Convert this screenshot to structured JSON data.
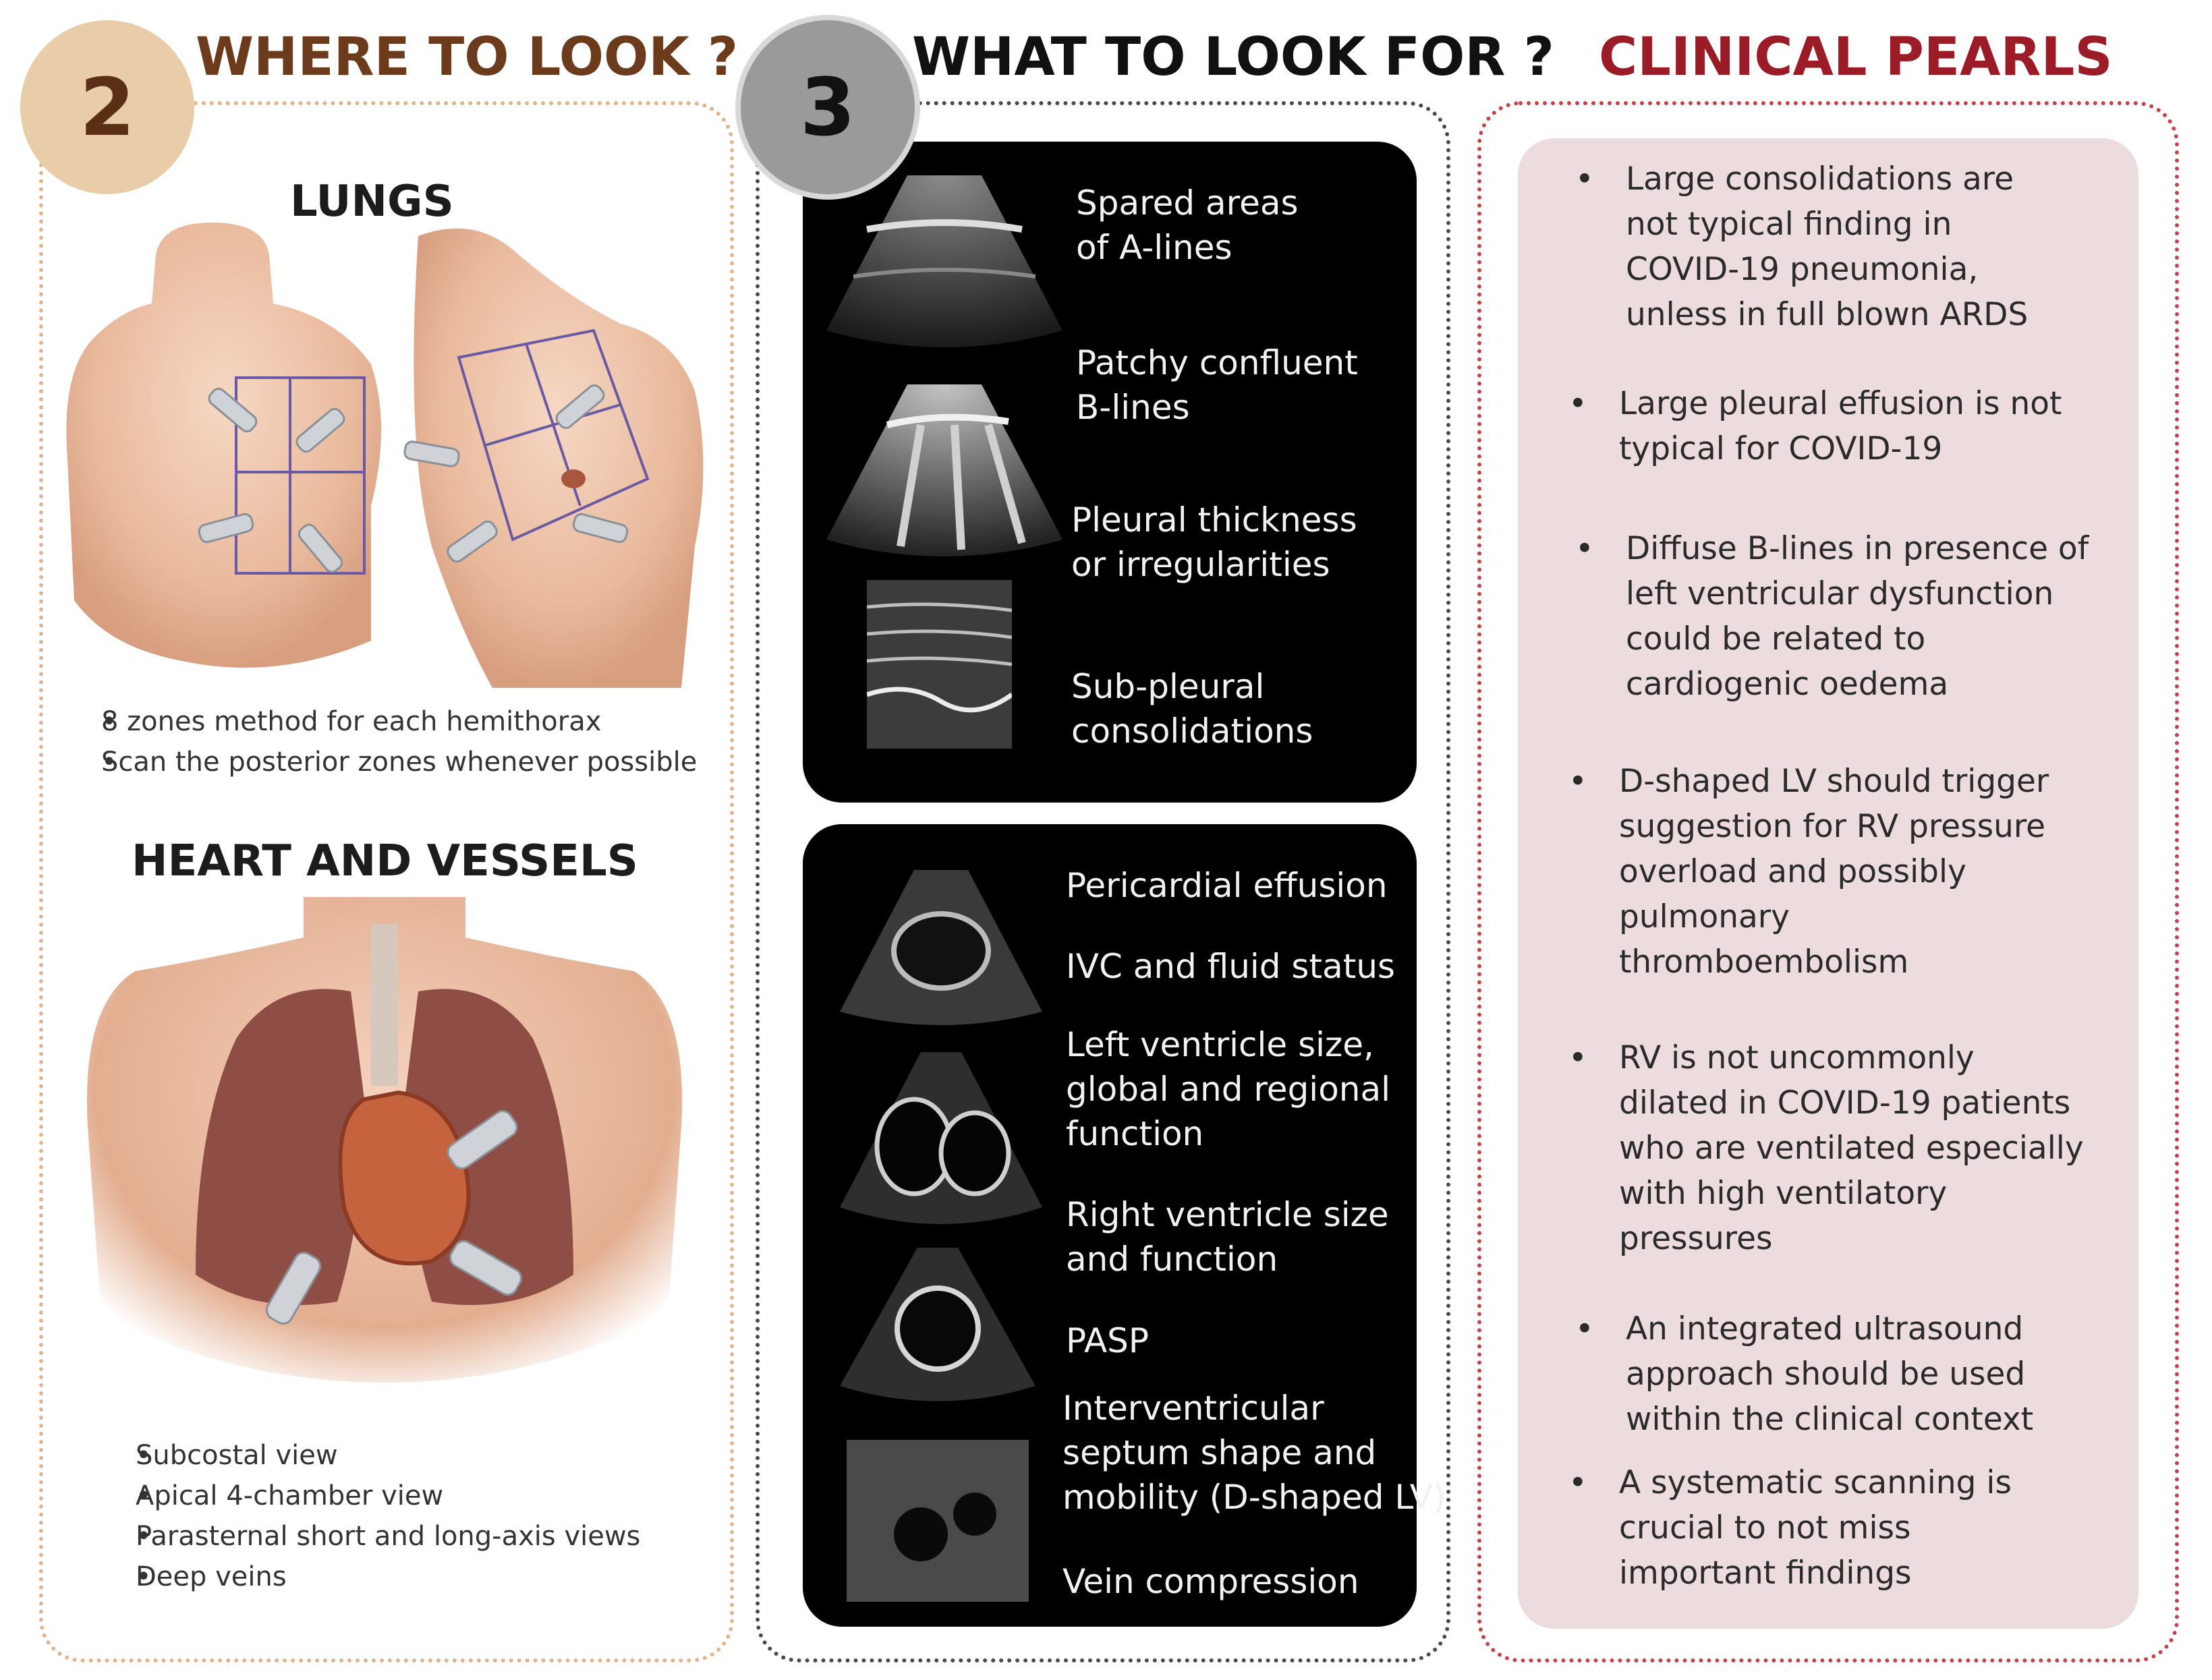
{
  "colors": {
    "section2_badge": "#e9cda9",
    "section2_heading": "#6b3b1c",
    "section3_badge": "#9a9a9a",
    "section3_heading": "#111111",
    "pearls_heading": "#9b1b26",
    "pearls_background": "#ecdcdd",
    "dark_panel": "#000000"
  },
  "where": {
    "badge": "2",
    "heading": "WHERE TO LOOK ?",
    "lungs": {
      "title": "LUNGS",
      "bullets": [
        "8 zones method for each hemithorax",
        "Scan the posterior zones whenever possible"
      ]
    },
    "heart": {
      "title": "HEART AND VESSELS",
      "bullets": [
        "Subcostal view",
        "Apical 4-chamber view",
        "Parasternal short and long-axis views",
        "Deep veins"
      ]
    }
  },
  "what": {
    "badge": "3",
    "heading": "WHAT TO LOOK FOR ?",
    "lung_findings": [
      "Spared areas\nof A-lines",
      "Patchy confluent\nB-lines",
      "Pleural thickness\nor irregularities",
      "Sub-pleural\nconsolidations"
    ],
    "heart_findings": [
      "Pericardial effusion",
      "IVC and fluid status",
      "Left ventricle size,\nglobal and regional\nfunction",
      "Right ventricle size\nand function",
      "PASP",
      "Interventricular\nseptum shape and\nmobility (D-shaped LV)",
      "Vein compression"
    ]
  },
  "pearls": {
    "heading": "CLINICAL PEARLS",
    "items": [
      "Large consolidations are\nnot typical finding in\nCOVID-19 pneumonia,\nunless in full blown ARDS",
      "Large pleural effusion is not\ntypical for COVID-19",
      "Diffuse B-lines in presence of\nleft ventricular dysfunction\ncould be related to\ncardiogenic oedema",
      "D-shaped LV should trigger\nsuggestion for RV pressure\noverload and possibly\npulmonary\nthromboembolism",
      "RV is not uncommonly\ndilated in COVID-19 patients\nwho are ventilated especially\nwith high ventilatory\npressures",
      "An integrated ultrasound\napproach should be used\nwithin the clinical context",
      "A systematic scanning is\ncrucial to not miss\nimportant findings"
    ]
  }
}
